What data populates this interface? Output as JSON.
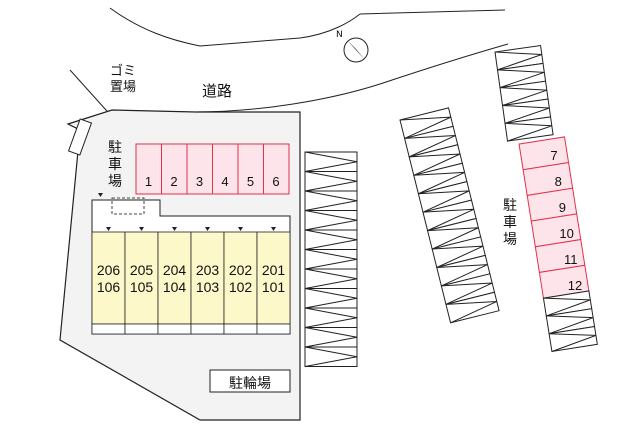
{
  "labels": {
    "road": "道路",
    "garbage": "ゴミ置場",
    "parking": "駐車場",
    "bike_parking": "駐輪場",
    "north": "N"
  },
  "parking_left_slots": [
    "1",
    "2",
    "3",
    "4",
    "5",
    "6"
  ],
  "parking_right_slots": [
    "7",
    "8",
    "9",
    "10",
    "11",
    "12"
  ],
  "units": [
    {
      "upper": "206",
      "lower": "106"
    },
    {
      "upper": "205",
      "lower": "105"
    },
    {
      "upper": "204",
      "lower": "104"
    },
    {
      "upper": "203",
      "lower": "103"
    },
    {
      "upper": "202",
      "lower": "102"
    },
    {
      "upper": "201",
      "lower": "101"
    }
  ],
  "colors": {
    "parking_fill": "#fde3ea",
    "parking_stroke": "#e0334a",
    "building_fill": "#fdf8c9",
    "site_fill": "#f3f3f3"
  }
}
